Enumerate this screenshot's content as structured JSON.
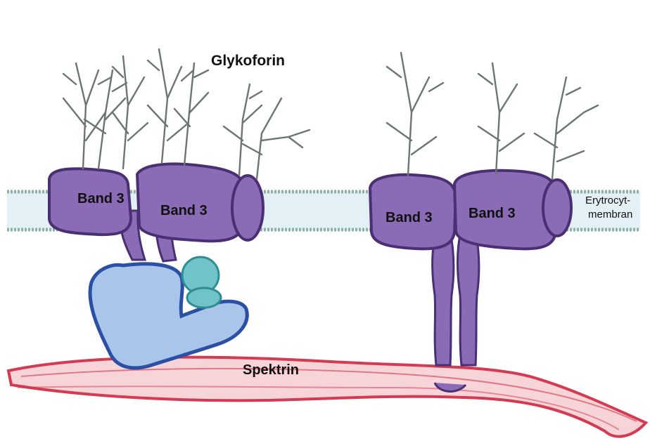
{
  "labels": {
    "glykoforin": "Glykoforin",
    "band3_left_a": "Band 3",
    "band3_left_b": "Band 3",
    "band3_right_a": "Band 3",
    "band3_right_b": "Band 3",
    "membrane_line1": "Erytrocyt-",
    "membrane_line2": "membran",
    "spektrin": "Spektrin"
  },
  "colors": {
    "band3": "#8a6bb5",
    "band3_dark": "#4a2f75",
    "ankyrin": "#a9c6ea",
    "ankyrin_outline": "#2b4fa3",
    "protein42": "#6fc3c9",
    "spectrin_fill": "#f6d4d8",
    "spectrin_outline": "#d43a52",
    "membrane_fill": "#e3f1f6",
    "membrane_beads": "#8fb1a8",
    "glycan": "#6b7670"
  }
}
